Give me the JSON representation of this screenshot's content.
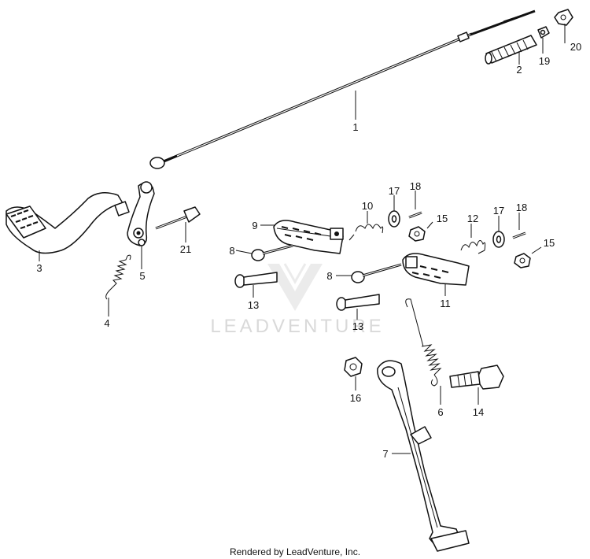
{
  "watermark": {
    "text": "LEADVENTURE"
  },
  "footer": {
    "text": "Rendered by LeadVenture, Inc."
  },
  "callouts": {
    "c1": "1",
    "c2": "2",
    "c3": "3",
    "c4": "4",
    "c5": "5",
    "c6": "6",
    "c7": "7",
    "c8a": "8",
    "c8b": "8",
    "c9": "9",
    "c10": "10",
    "c11": "11",
    "c12": "12",
    "c13a": "13",
    "c13b": "13",
    "c14": "14",
    "c15a": "15",
    "c15b": "15",
    "c16": "16",
    "c17a": "17",
    "c17b": "17",
    "c18a": "18",
    "c18b": "18",
    "c19": "19",
    "c20": "20",
    "c21": "21"
  }
}
